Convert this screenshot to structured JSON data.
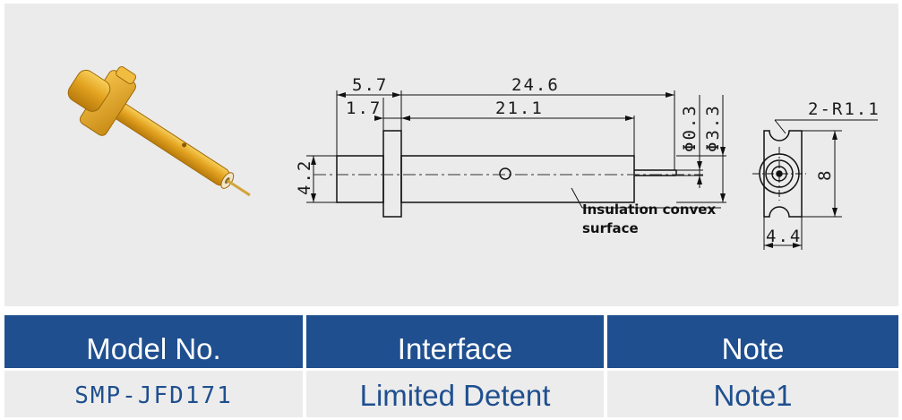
{
  "drawing": {
    "dims": {
      "len_flange": "5.7",
      "len_total": "24.6",
      "len_flange_small": "1.7",
      "len_body": "21.1",
      "dia_pin": "Φ0.3",
      "dia_body": "Φ3.3",
      "height": "4.2",
      "radius": "2-R1.1",
      "end_height": "8",
      "end_width": "4.4"
    },
    "note_line1": "Insulation convex",
    "note_line2": "surface"
  },
  "table": {
    "headers": [
      "Model No.",
      "Interface",
      "Note"
    ],
    "row": [
      "SMP-JFD171",
      "Limited Detent",
      "Note1"
    ]
  },
  "colors": {
    "header_bg": "#1f4f8f",
    "header_text": "#ffffff",
    "cell_bg": "#ececec",
    "cell_text": "#1f4f8f",
    "gold": "#e0a21c"
  }
}
